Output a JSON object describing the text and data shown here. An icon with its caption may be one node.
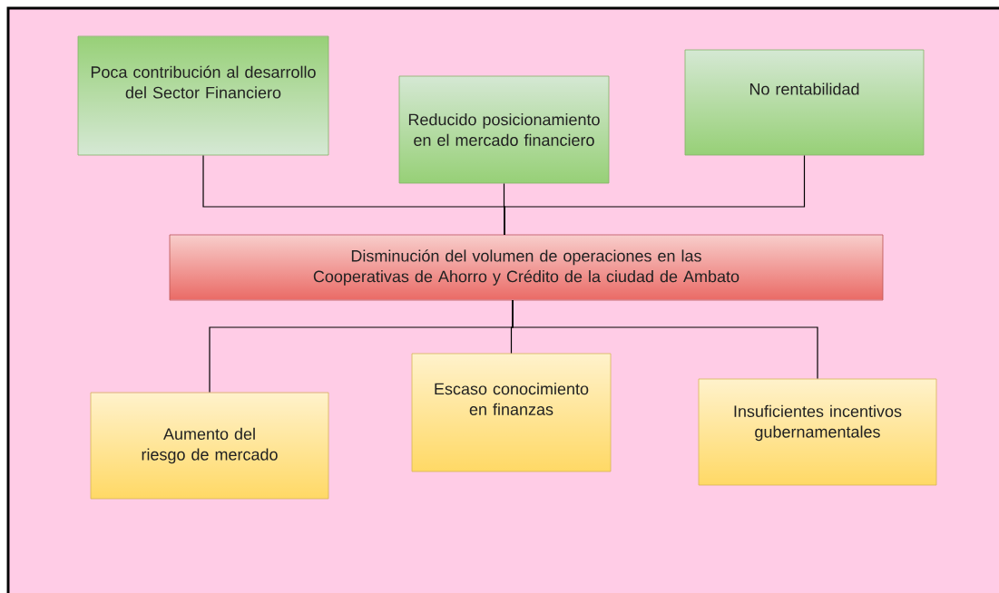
{
  "diagram": {
    "nodes": [
      {
        "text": [
          "Poca contribución al desarrollo del Sector Financiero"
        ]
      },
      {
        "text": [
          "Reducido posicionamiento en el mercado financiero"
        ]
      },
      {
        "text": [
          "No rentabilidad"
        ]
      },
      {
        "text": [
          "Disminución del volumen de operaciones en las Cooperativas de Ahorro y Crédito de la ciudad de Ambato"
        ]
      },
      {
        "text": [
          "Aumento del riesgo de mercado"
        ]
      },
      {
        "text": [
          "Escaso conocimiento en finanzas"
        ]
      },
      {
        "text": [
          "Insuficientes incentivos gubernamentales"
        ]
      }
    ],
    "edges": [
      {
        "from": 0,
        "to": 3,
        "arrow": "none"
      },
      {
        "from": 1,
        "to": 3,
        "arrow": "none"
      },
      {
        "from": 2,
        "to": 3,
        "arrow": "none"
      },
      {
        "from": 3,
        "to": 4,
        "arrow": "none"
      },
      {
        "from": 3,
        "to": 5,
        "arrow": "none"
      },
      {
        "from": 3,
        "to": 6,
        "arrow": "none"
      }
    ]
  }
}
